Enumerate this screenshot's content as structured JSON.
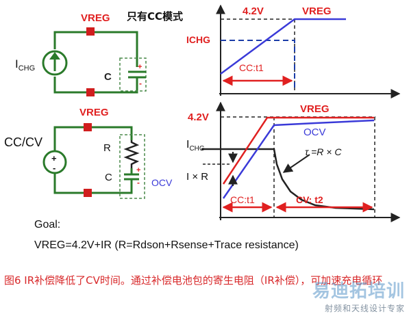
{
  "top_circuit": {
    "vreg_label": "VREG",
    "mode_title": "只有CC模式",
    "source_label_main": "I",
    "source_label_sub": "CHG",
    "cap_label": "C",
    "cap_plus": "+",
    "cap_minus": "-"
  },
  "bottom_circuit": {
    "left_label": "CC/CV",
    "vreg_label": "VREG",
    "r_label": "R",
    "c_label": "C",
    "ocv_label": "OCV",
    "source_plus": "+",
    "source_minus": "-",
    "cap_plus": "+",
    "cap_minus": "-"
  },
  "top_graph": {
    "v_label": "4.2V",
    "vreg_label": "VREG",
    "ichg_label": "ICHG",
    "phase_label": "CC:t1"
  },
  "bottom_graph": {
    "v_label": "4.2V",
    "vreg_label": "VREG",
    "ocv_label": "OCV",
    "ichg_main": "I",
    "ichg_sub": "CHG",
    "ixr_label": "I × R",
    "tau_label": "τ =R × C",
    "cc_phase": "CC:t1",
    "cv_phase": "CV: t2"
  },
  "goal": {
    "line1": "Goal:",
    "line2": "VREG=4.2V+IR (R=Rdson+Rsense+Trace resistance)"
  },
  "caption": "图6  IR补偿降低了CV时间。通过补偿电池包的寄生电阻（IR补偿），可加速充电循环",
  "watermark": {
    "main": "易迪拓培训",
    "sub": "射频和天线设计专家"
  },
  "colors": {
    "wire": "#2a7a2a",
    "box": "#d01e1e",
    "accent_red": "#e02020",
    "curve_blue": "#3a3ad8",
    "dash_green": "#4a8a4a"
  }
}
